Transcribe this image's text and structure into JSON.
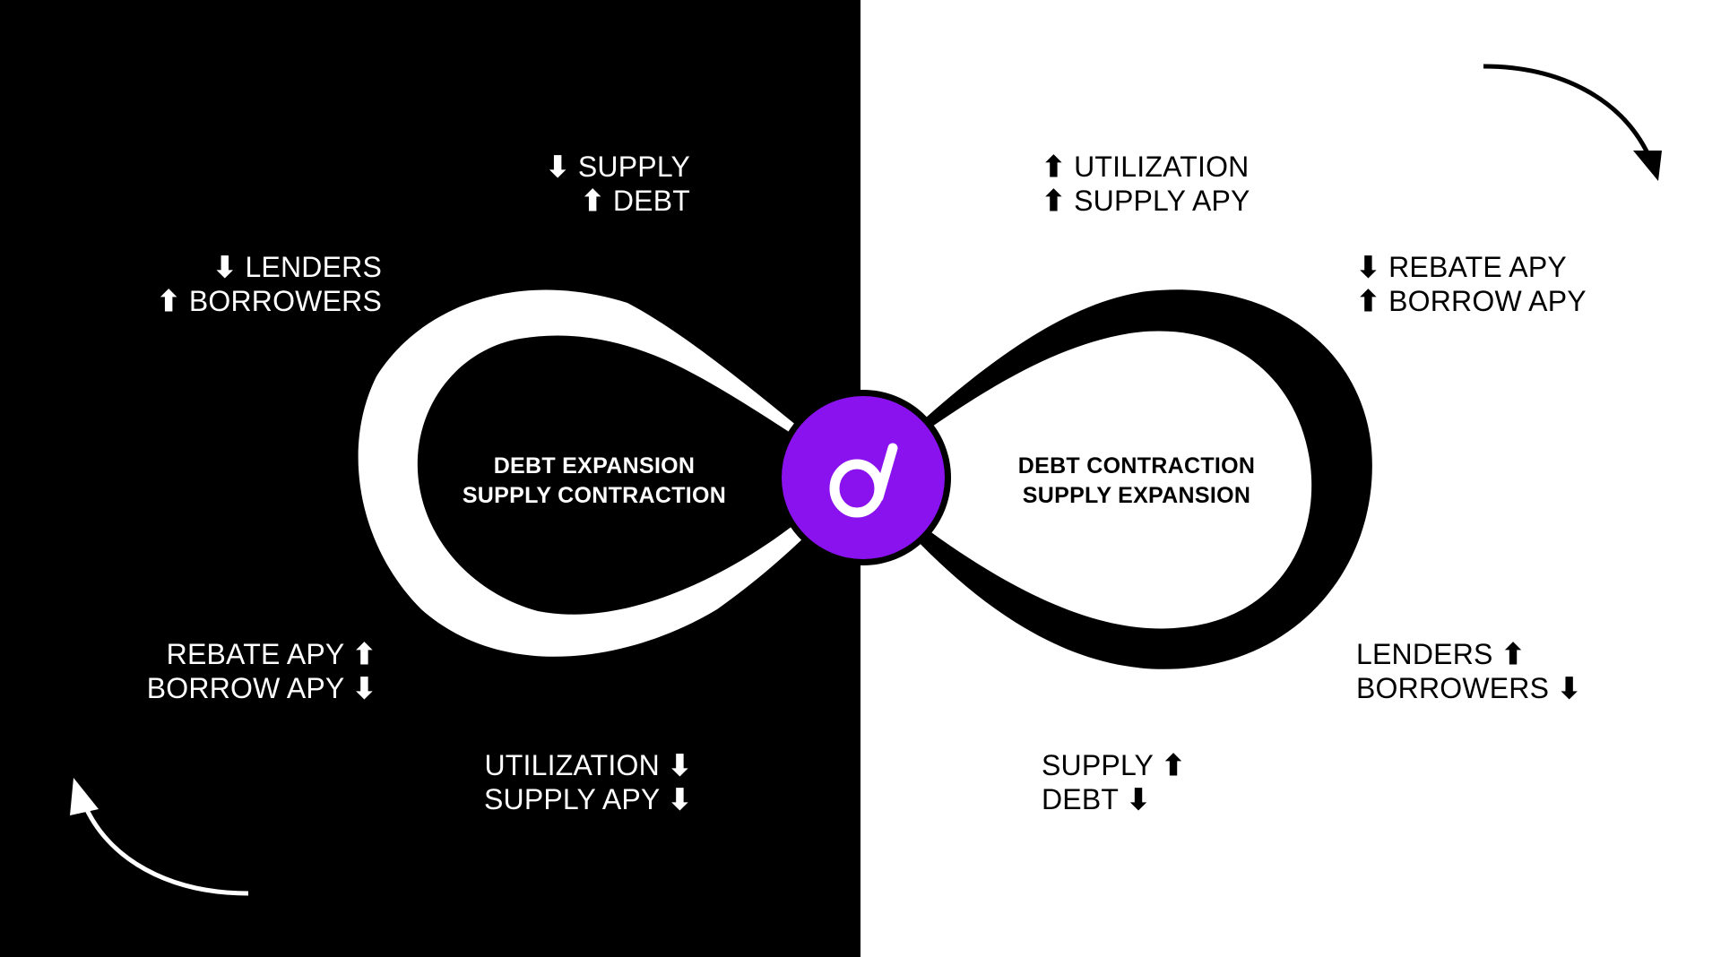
{
  "colors": {
    "dark": "#000000",
    "light": "#ffffff",
    "logo_purple": "#8a12ee"
  },
  "left_loop": {
    "line1": "DEBT EXPANSION",
    "line2": "SUPPLY CONTRACTION"
  },
  "right_loop": {
    "line1": "DEBT CONTRACTION",
    "line2": "SUPPLY EXPANSION"
  },
  "logo": {
    "glyph": "d",
    "icon": "d-logo-icon"
  },
  "labels": {
    "top_left_center": [
      {
        "arrow": "⬇",
        "text": "SUPPLY"
      },
      {
        "arrow": "⬆",
        "text": "DEBT"
      }
    ],
    "top_left_outer": [
      {
        "arrow": "⬇",
        "text": "LENDERS"
      },
      {
        "arrow": "⬆",
        "text": "BORROWERS"
      }
    ],
    "bottom_left_outer": [
      {
        "text": "REBATE APY",
        "arrow": "⬆"
      },
      {
        "text": "BORROW APY",
        "arrow": "⬇"
      }
    ],
    "bottom_left_center": [
      {
        "text": "UTILIZATION",
        "arrow": "⬇"
      },
      {
        "text": "SUPPLY APY",
        "arrow": "⬇"
      }
    ],
    "top_right_center": [
      {
        "arrow": "⬆",
        "text": "UTILIZATION"
      },
      {
        "arrow": "⬆",
        "text": "SUPPLY APY"
      }
    ],
    "top_right_outer": [
      {
        "arrow": "⬇",
        "text": "REBATE APY"
      },
      {
        "arrow": "⬆",
        "text": "BORROW APY"
      }
    ],
    "bottom_right_outer": [
      {
        "text": "LENDERS",
        "arrow": "⬆"
      },
      {
        "text": "BORROWERS",
        "arrow": "⬇"
      }
    ],
    "bottom_right_center": [
      {
        "text": "SUPPLY",
        "arrow": "⬆"
      },
      {
        "text": "DEBT",
        "arrow": "⬇"
      }
    ]
  }
}
